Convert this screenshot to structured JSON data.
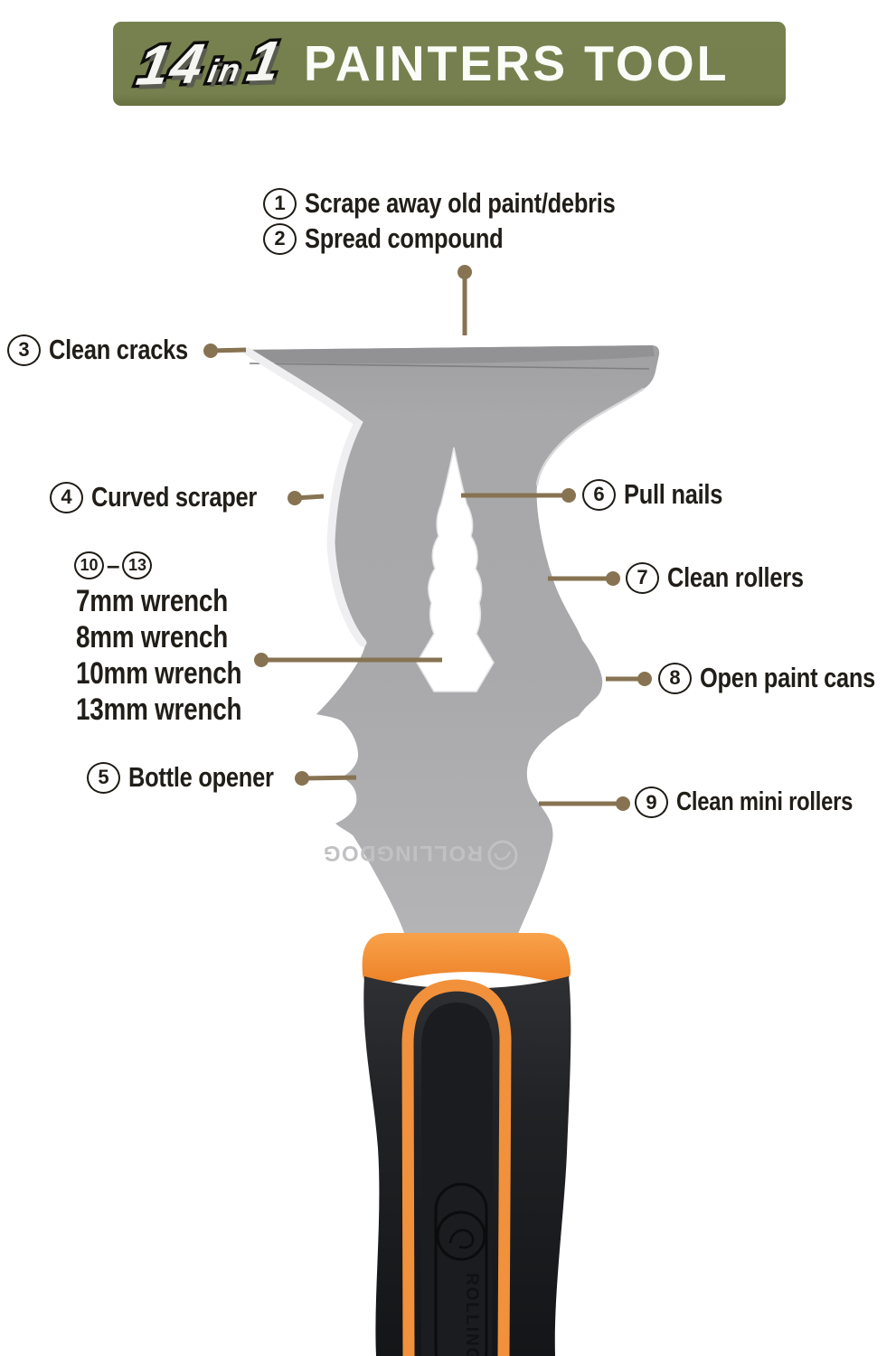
{
  "banner": {
    "badge": {
      "num_left": "14",
      "mid": "in",
      "num_right": "1"
    },
    "title": "PAINTERS TOOL"
  },
  "callouts": [
    {
      "id": "1",
      "label": "Scrape away old paint/debris"
    },
    {
      "id": "2",
      "label": "Spread compound"
    },
    {
      "id": "3",
      "label": "Clean cracks"
    },
    {
      "id": "4",
      "label": "Curved scraper"
    },
    {
      "id": "5",
      "label": "Bottle opener"
    },
    {
      "id": "6",
      "label": "Pull nails"
    },
    {
      "id": "7",
      "label": "Clean rollers"
    },
    {
      "id": "8",
      "label": "Open paint cans"
    },
    {
      "id": "9",
      "label": "Clean mini rollers"
    }
  ],
  "wrench_group": {
    "start": "10",
    "dash": "–",
    "end": "13",
    "items": [
      "7mm wrench",
      "8mm wrench",
      "10mm wrench",
      "13mm wrench"
    ]
  },
  "brand": {
    "name": "ROLLINGDOG"
  },
  "colors": {
    "banner_green": "#75804e",
    "connector_line": "#877352",
    "handle_orange": "#f1913b",
    "metal_gray": "#a9a9ab",
    "text": "#211d18"
  }
}
